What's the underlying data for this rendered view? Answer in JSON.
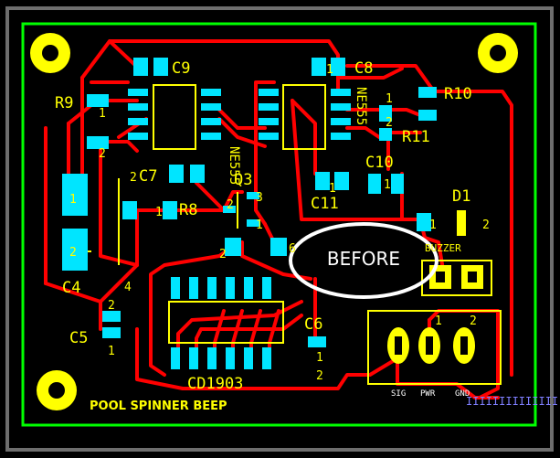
{
  "board": {
    "title": "POOL SPINNER BEEP",
    "annotation": "BEFORE",
    "bottom_right_text": "IIIIIIIIIIIIII",
    "colors": {
      "background": "#000000",
      "outer_frame": "#6e6e6e",
      "board_outline": "#00ff00",
      "trace": "#ff0000",
      "pad": "#00e5ff",
      "silkscreen": "#ffff00",
      "label": "#ffffff"
    }
  },
  "labels": {
    "c9": "C9",
    "r9": "R9",
    "c7": "C7",
    "r8": "R8",
    "q3": "Q3",
    "c8": "C8",
    "r10": "R10",
    "r11": "R11",
    "c10": "C10",
    "c11": "C11",
    "d1": "D1",
    "buzzer": "BUZZER",
    "c4": "C4",
    "c5": "C5",
    "c6": "C6",
    "cd": "CD1903",
    "ne555_left": "NE555",
    "ne555_right": "NE555"
  },
  "pins": {
    "c4_1": "1",
    "c4_2": "2",
    "c5_1": "1",
    "c5_2": "2",
    "r9_1": "1",
    "r9_2": "2",
    "c7_2": "2",
    "r8_1": "1",
    "c8_1": "1",
    "r11_1": "1",
    "r11_2": "2",
    "c10_1": "1",
    "c10_2": "2",
    "c11_1": "1",
    "d1_1": "1",
    "d1_2": "2",
    "q3_3": "3",
    "q3_2": "2",
    "q3_1": "1",
    "c6_1": "1",
    "c6_2": "2",
    "u_2": "2",
    "r_1": "1",
    "conn_1": "1",
    "conn_2": "2",
    "ic_4": "4",
    "r6_2": "6"
  },
  "connector": {
    "sig": "SIG",
    "pwr": "PWR",
    "gnd": "GND"
  }
}
